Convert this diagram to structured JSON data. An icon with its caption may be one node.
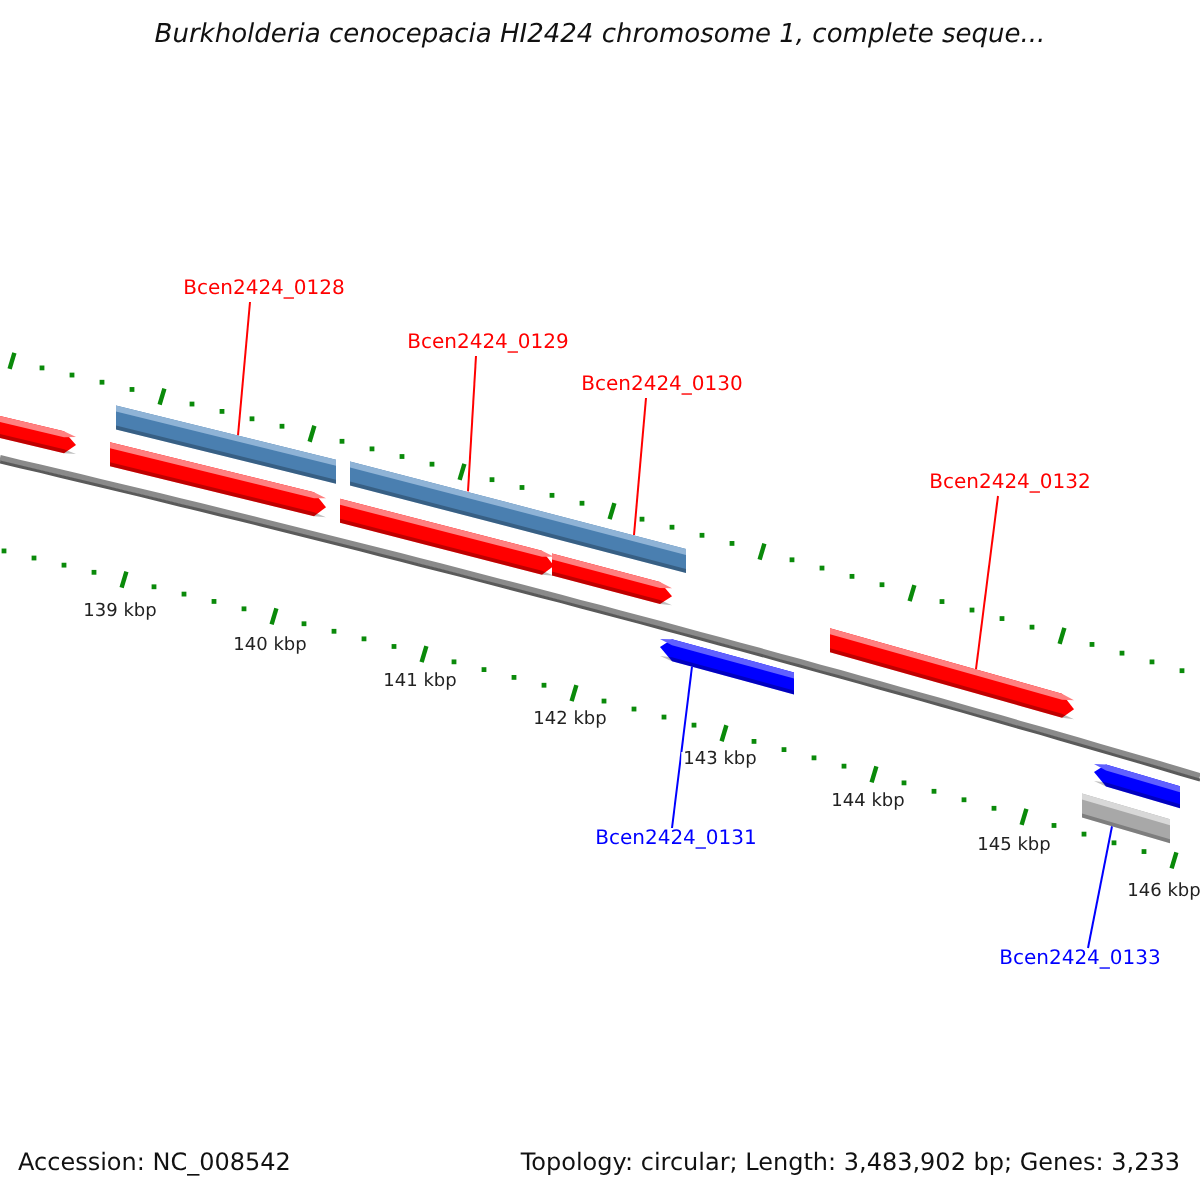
{
  "diagram": {
    "title": "Burkholderia cenocepacia HI2424 chromosome 1, complete seque...",
    "nodes": [
      {
        "text": [
          "Bcen2424_0128"
        ]
      },
      {
        "text": [
          "Bcen2424_0129"
        ]
      },
      {
        "text": [
          "Bcen2424_0130"
        ]
      },
      {
        "text": [
          "Bcen2424_0132"
        ]
      },
      {
        "text": [
          "Bcen2424_0131"
        ]
      },
      {
        "text": [
          "Bcen2424_0133"
        ]
      },
      {
        "text": [],
        "shape": "arrow"
      },
      {
        "text": [],
        "shape": "bar"
      },
      {
        "text": [],
        "shape": "arrow"
      },
      {
        "text": [],
        "shape": "bar"
      },
      {
        "text": [],
        "shape": "arrow"
      },
      {
        "text": [],
        "shape": "arrow"
      },
      {
        "text": [],
        "shape": "arrow"
      },
      {
        "text": [],
        "shape": "arrow"
      },
      {
        "text": [],
        "shape": "arrow"
      },
      {
        "text": [],
        "shape": "bar"
      }
    ],
    "edges": [
      {
        "from": 0,
        "to": 7,
        "arrow": "none"
      },
      {
        "from": 1,
        "to": 9,
        "arrow": "none"
      },
      {
        "from": 2,
        "to": 9,
        "arrow": "none"
      },
      {
        "from": 3,
        "to": 13,
        "arrow": "none"
      },
      {
        "from": 4,
        "to": 12,
        "arrow": "none",
        "color": "#0000ff"
      },
      {
        "from": 5,
        "to": 15,
        "arrow": "none",
        "color": "#0000ff"
      }
    ],
    "labels": [
      "139 kbp",
      "140 kbp",
      "141 kbp",
      "142 kbp",
      "143 kbp",
      "144 kbp",
      "145 kbp",
      "146 kbp",
      "Accession: NC_008542",
      "Topology: circular; Length: 3,483,902 bp; Genes: 3,233"
    ]
  }
}
